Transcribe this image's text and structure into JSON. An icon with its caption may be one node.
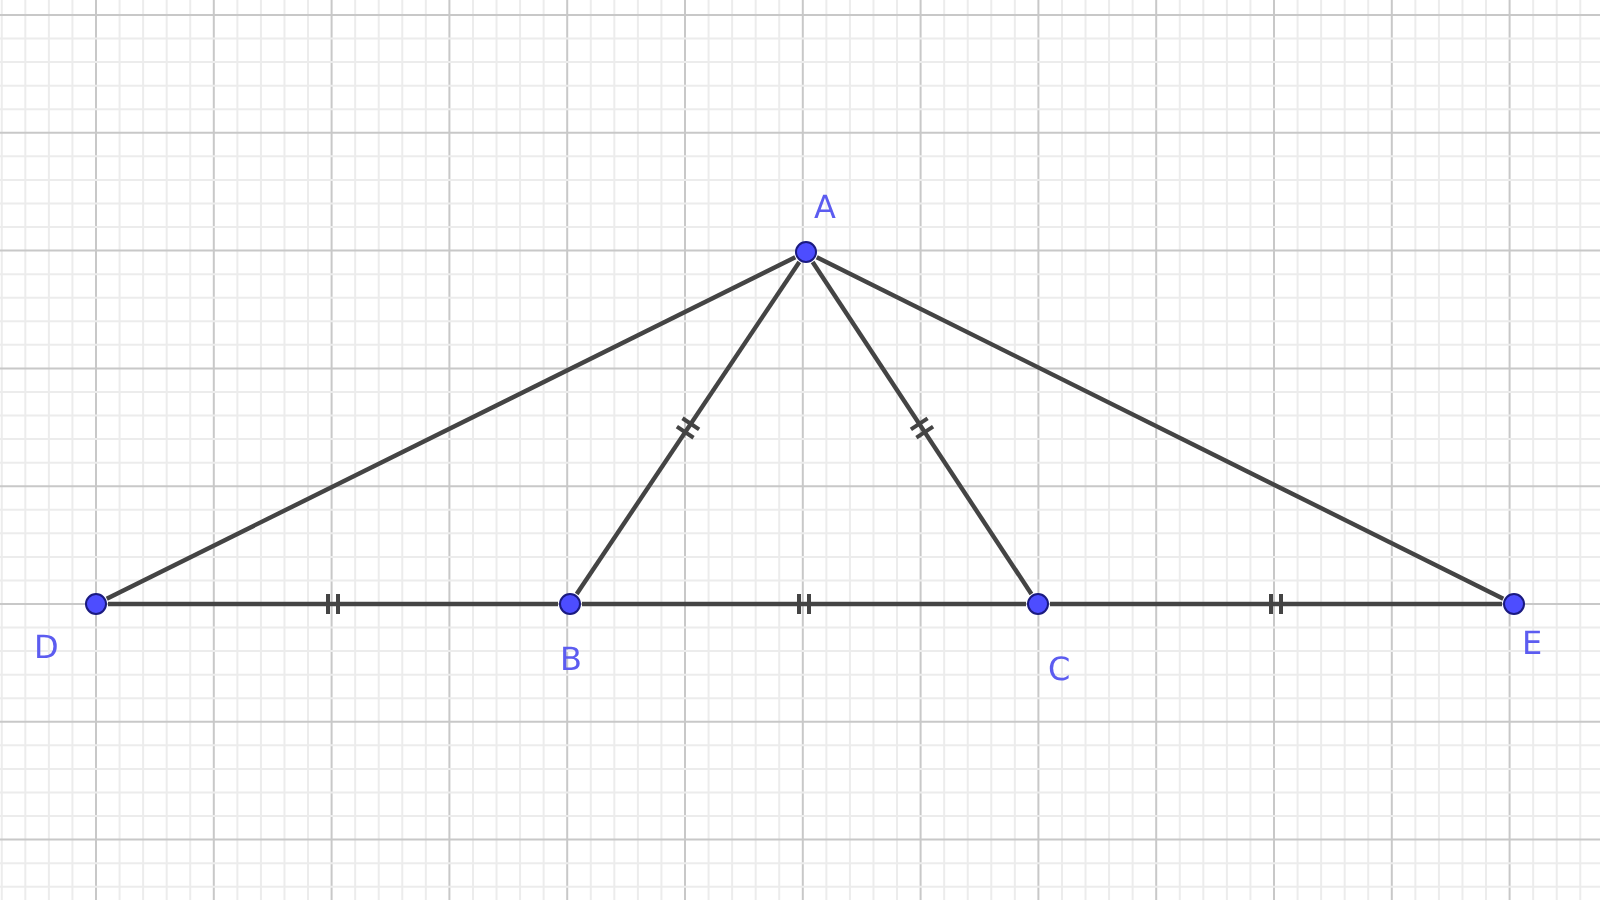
{
  "diagram": {
    "nodes": [
      {
        "text": [
          "A"
        ]
      },
      {
        "text": [
          "D"
        ]
      },
      {
        "text": [
          "B"
        ]
      },
      {
        "text": [
          "C"
        ]
      },
      {
        "text": [
          "E"
        ]
      }
    ],
    "edges": [
      {
        "from": 1,
        "to": 0,
        "arrow": "none"
      },
      {
        "from": 0,
        "to": 2,
        "arrow": "none"
      },
      {
        "from": 0,
        "to": 3,
        "arrow": "none"
      },
      {
        "from": 0,
        "to": 4,
        "arrow": "none"
      },
      {
        "from": 1,
        "to": 2,
        "arrow": "none"
      },
      {
        "from": 2,
        "to": 3,
        "arrow": "none"
      },
      {
        "from": 3,
        "to": 4,
        "arrow": "none"
      }
    ]
  }
}
